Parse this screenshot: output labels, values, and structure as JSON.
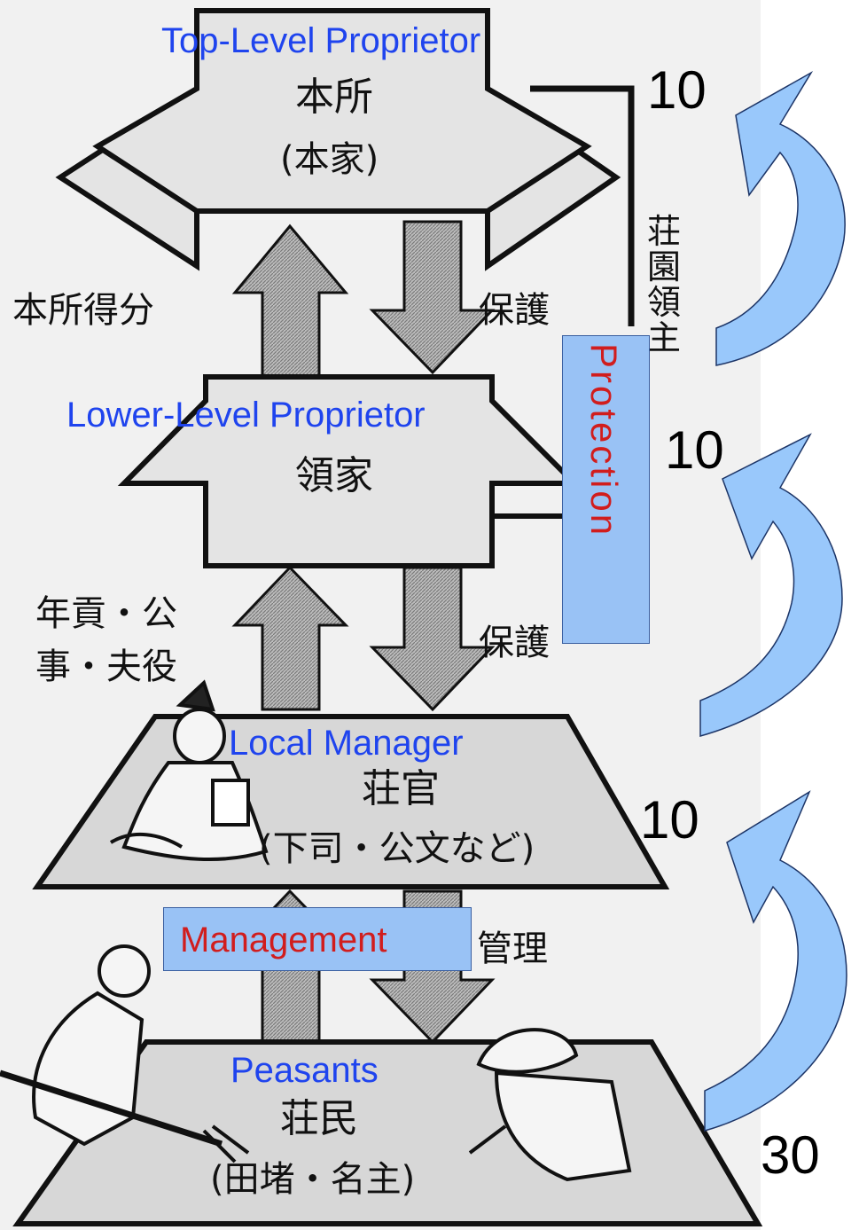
{
  "tiers": {
    "top": {
      "en": "Top-Level Proprietor",
      "jp": "本所",
      "jp_sub": "(本家)"
    },
    "lower": {
      "en": "Lower-Level Proprietor",
      "jp": "領家"
    },
    "local": {
      "en": "Local Manager",
      "jp": "荘官",
      "jp_sub": "(下司・公文など)"
    },
    "peasants": {
      "en": "Peasants",
      "jp": "荘民",
      "jp_sub": "(田堵・名主)"
    }
  },
  "flows": {
    "honjo_share": "本所得分",
    "protect_1": "保護",
    "protect_2": "保護",
    "tribute_line1": "年貢・公",
    "tribute_line2": "事・夫役",
    "manage_jp": "管理",
    "shoen_lord": "荘園領主"
  },
  "boxes": {
    "protection": "Protection",
    "management": "Management"
  },
  "numbers": {
    "n1": "10",
    "n2": "10",
    "n3": "10",
    "total": "30"
  },
  "colors": {
    "english_label": "#1f44ee",
    "box_text": "#d11d1d",
    "box_fill": "#99c2f5",
    "curved_arrow": "#99c8fb",
    "building_fill": "#e4e4e4",
    "wide_arrow": "#8e8e8e"
  }
}
